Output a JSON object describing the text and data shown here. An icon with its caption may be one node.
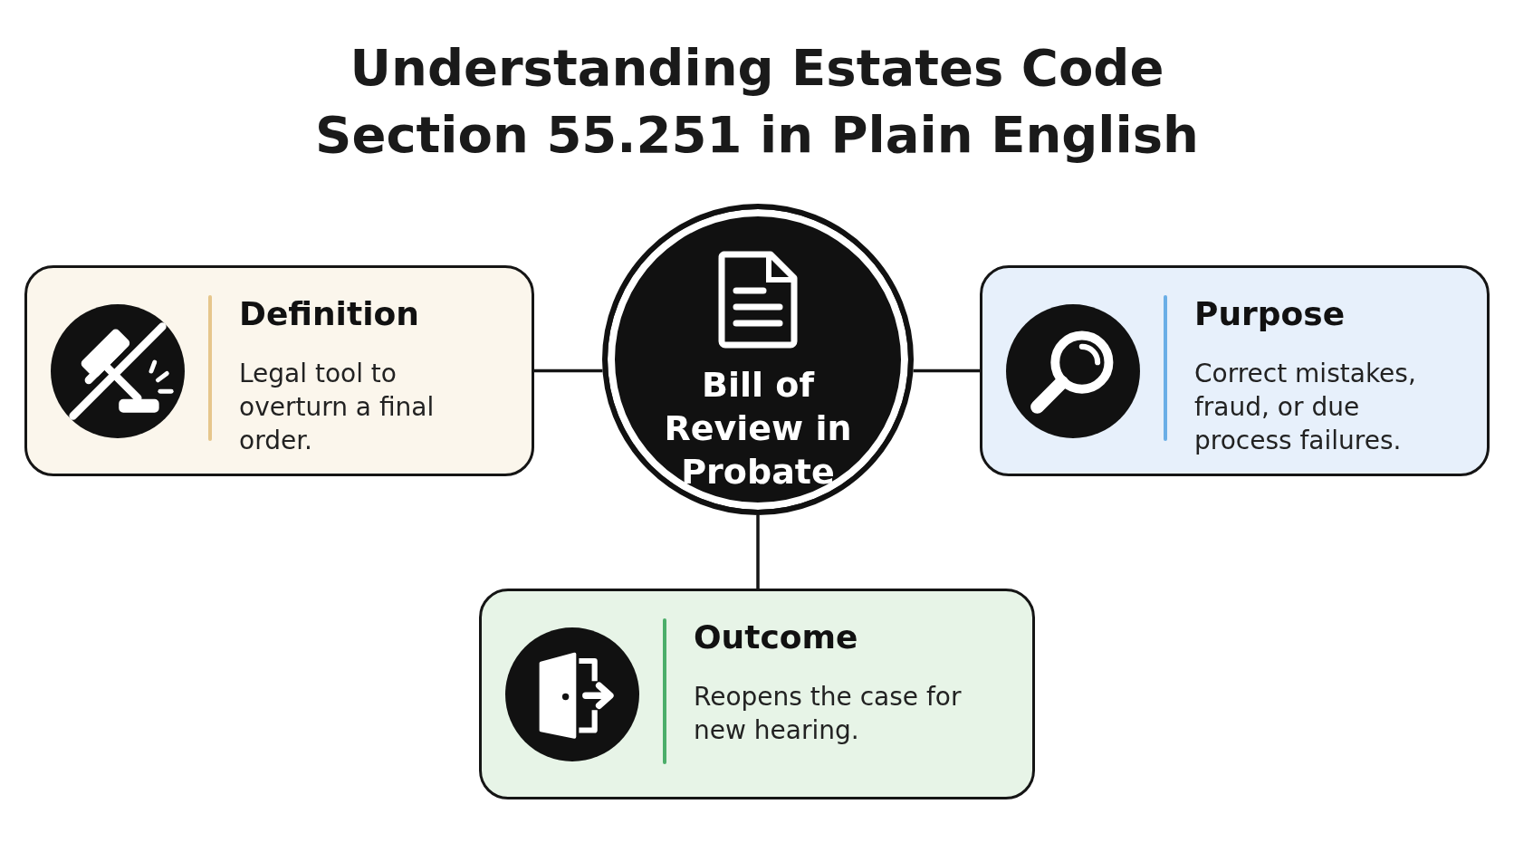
{
  "diagram": {
    "title": "Understanding Estates Code Section 55.251 in Plain English",
    "nodes": [
      {
        "text": [
          "Bill of Review in Probate"
        ]
      },
      {
        "text": [
          "Definition",
          "Legal tool to overturn a final order."
        ]
      },
      {
        "text": [
          "Purpose",
          "Correct mistakes, fraud, or due process failures."
        ]
      },
      {
        "text": [
          "Outcome",
          "Reopens the case for new hearing."
        ]
      }
    ],
    "edges": [
      {
        "from": 0,
        "to": 1,
        "arrow": "none"
      },
      {
        "from": 0,
        "to": 2,
        "arrow": "none"
      },
      {
        "from": 0,
        "to": 3,
        "arrow": "none"
      }
    ]
  }
}
